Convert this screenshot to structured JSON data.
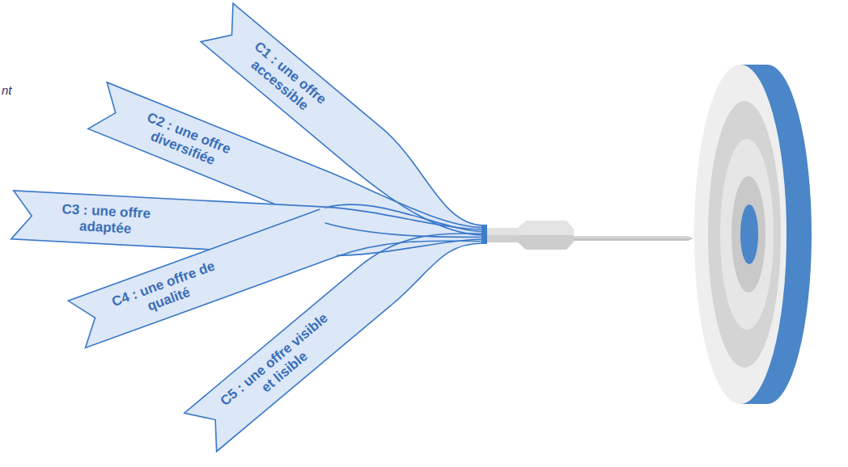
{
  "diagram": {
    "nodes": [
      {
        "text": [
          "C1 : une offre accessible"
        ]
      },
      {
        "text": [
          "C2 : une offre diversifiée"
        ]
      },
      {
        "text": [
          "C3 : une offre adaptée"
        ]
      },
      {
        "text": [
          "C4 : une offre de qualité"
        ]
      },
      {
        "text": [
          "C5 : une offre visible et lisible"
        ]
      }
    ],
    "labels": [
      "nt"
    ]
  }
}
